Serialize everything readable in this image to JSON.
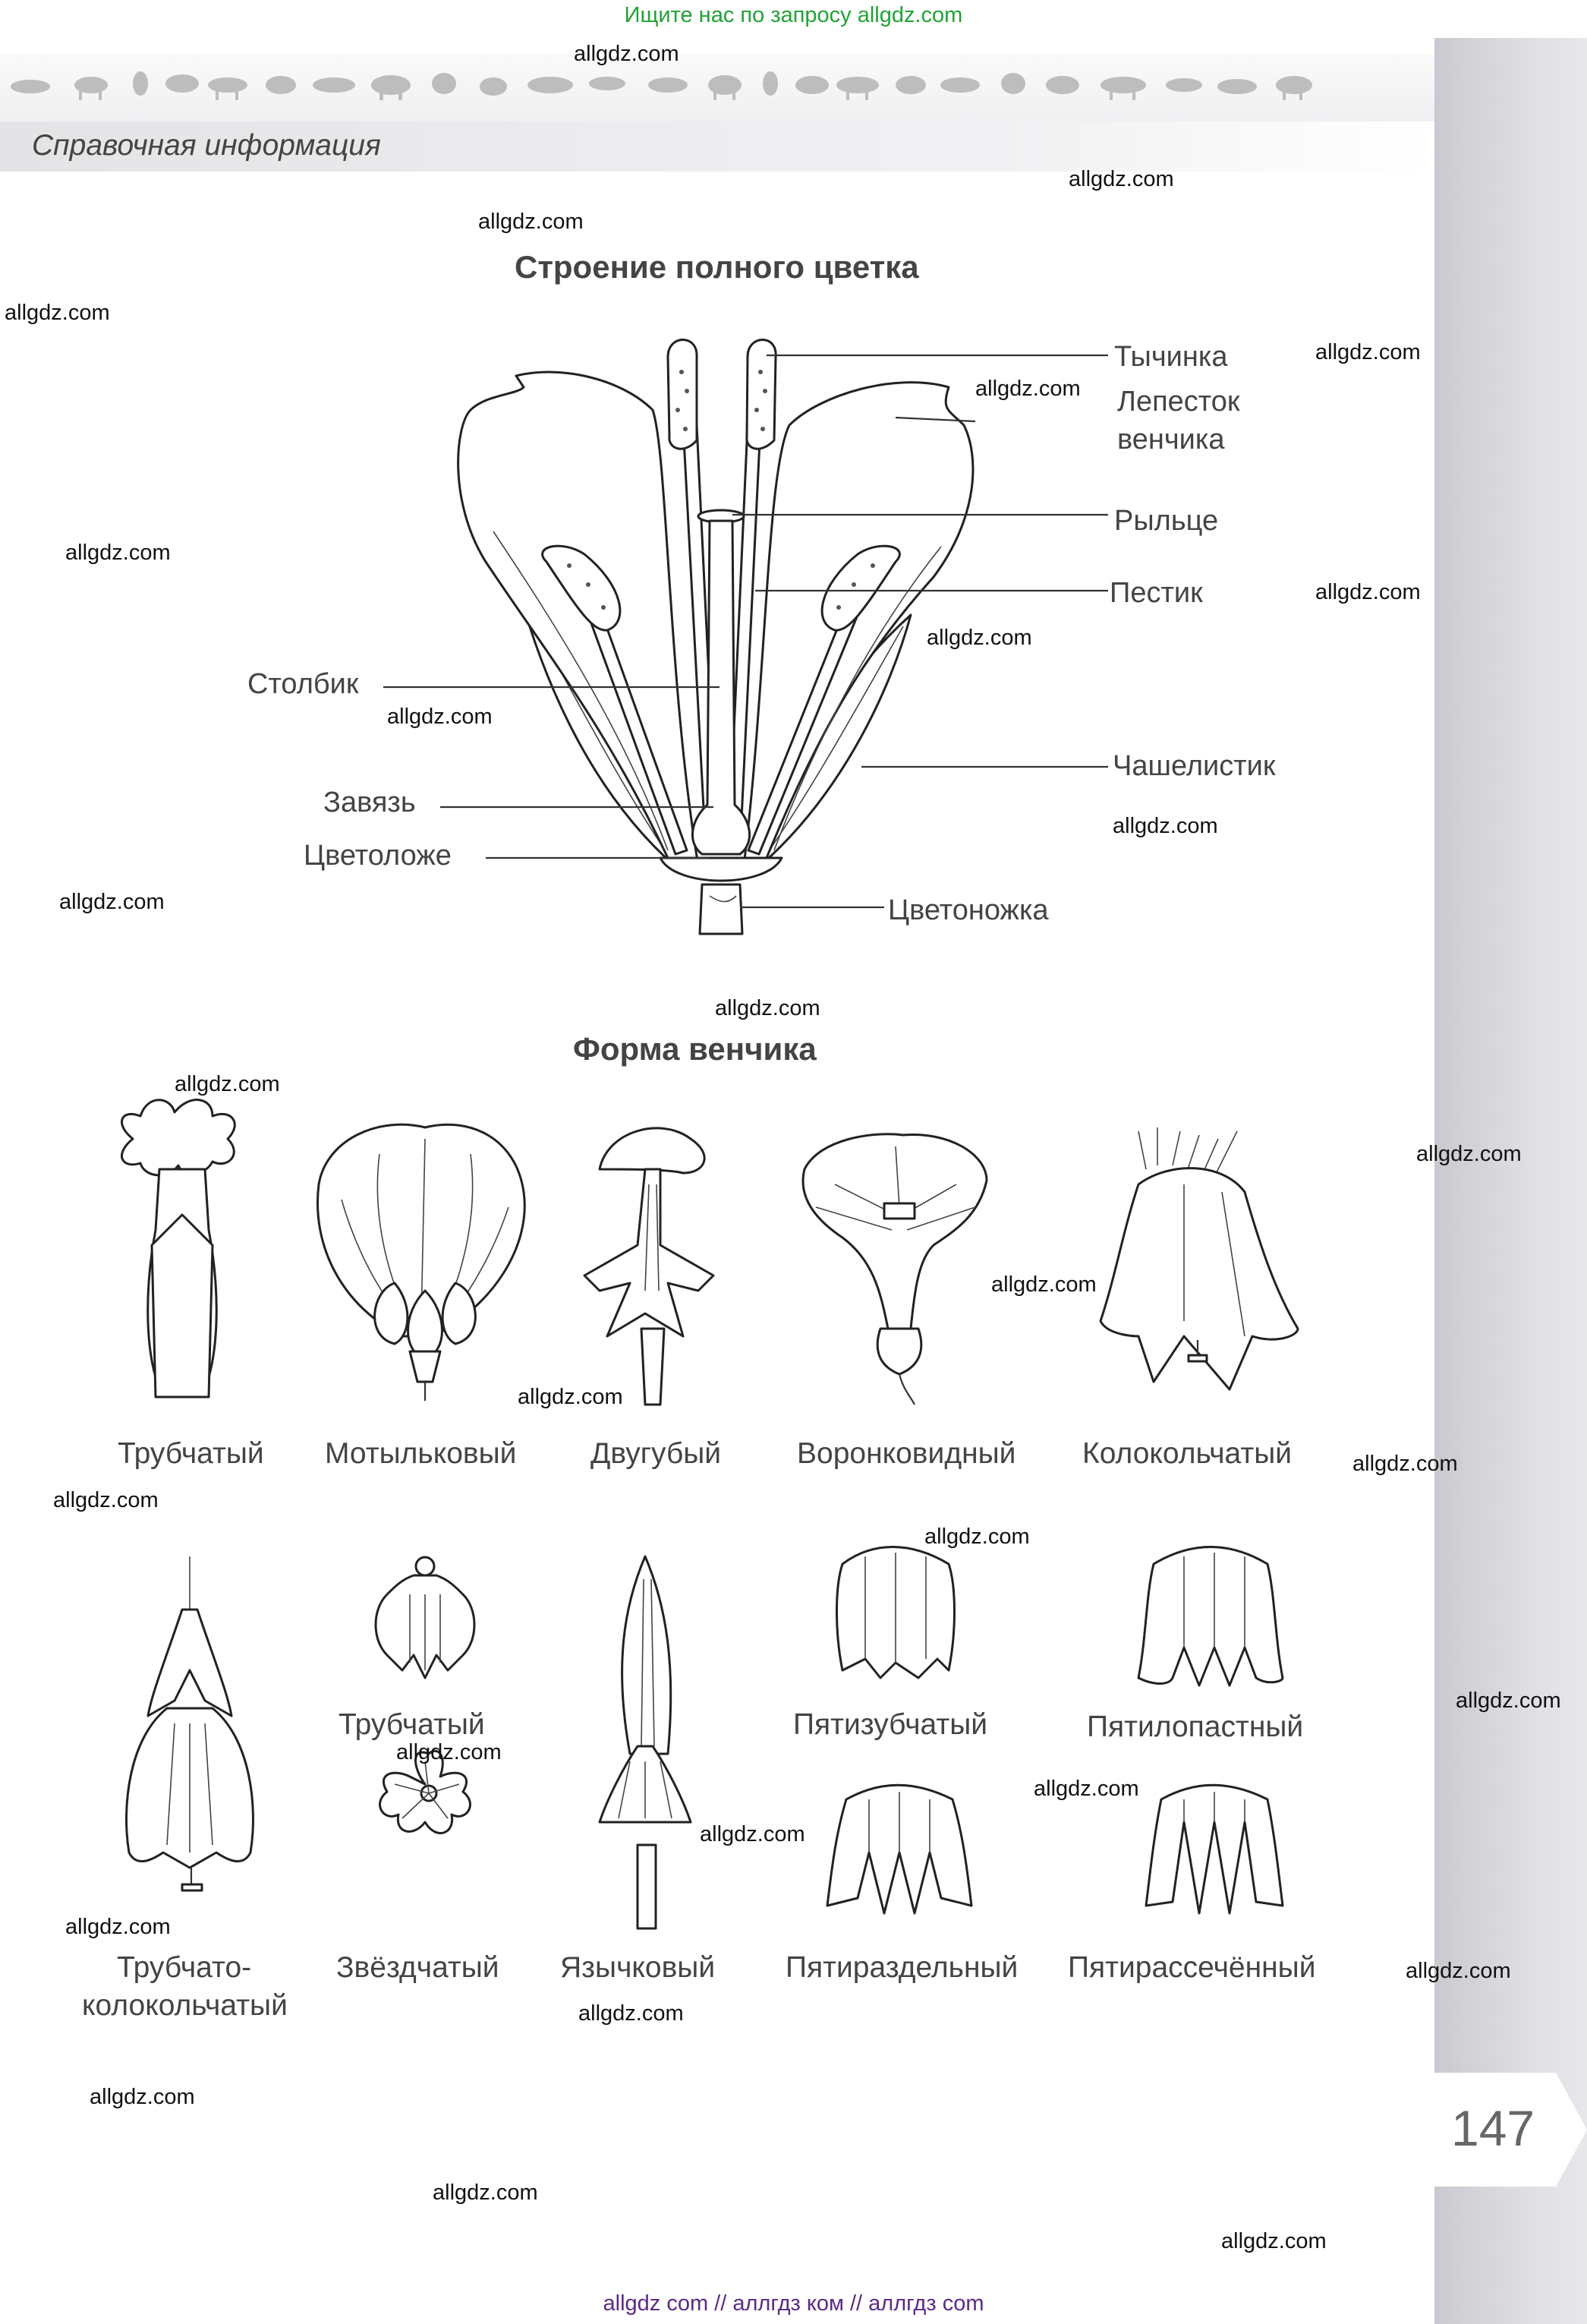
{
  "header": {
    "search_hint": "Ищите нас по запросу allgdz.com",
    "section_title": "Справочная информация"
  },
  "flower_structure": {
    "title": "Строение полного цветка",
    "labels": {
      "stamen": "Тычинка",
      "petal_line1": "Лепесток",
      "petal_line2": "венчика",
      "stigma": "Рыльце",
      "pistil": "Пестик",
      "style": "Столбик",
      "sepal": "Чашелистик",
      "ovary": "Завязь",
      "receptacle": "Цветоложе",
      "pedicel": "Цветоножка"
    }
  },
  "corolla_forms": {
    "title": "Форма венчика",
    "row1": [
      "Трубчатый",
      "Мотыльковый",
      "Двугубый",
      "Воронковидный",
      "Колокольчатый"
    ],
    "row2": {
      "tubular_bell_line1": "Трубчато-",
      "tubular_bell_line2": "колокольчатый",
      "tubular": "Трубчатый",
      "stellate": "Звёздчатый",
      "ligulate": "Язычковый",
      "five_toothed": "Пятизубчатый",
      "five_lobed": "Пятилопастный",
      "five_parted": "Пятираздельный",
      "five_cleft": "Пятирассечённый"
    }
  },
  "watermark": "allgdz.com",
  "page_number": "147",
  "footer": "allgdz com  //  аллгдз ком  //  аллгдз com"
}
